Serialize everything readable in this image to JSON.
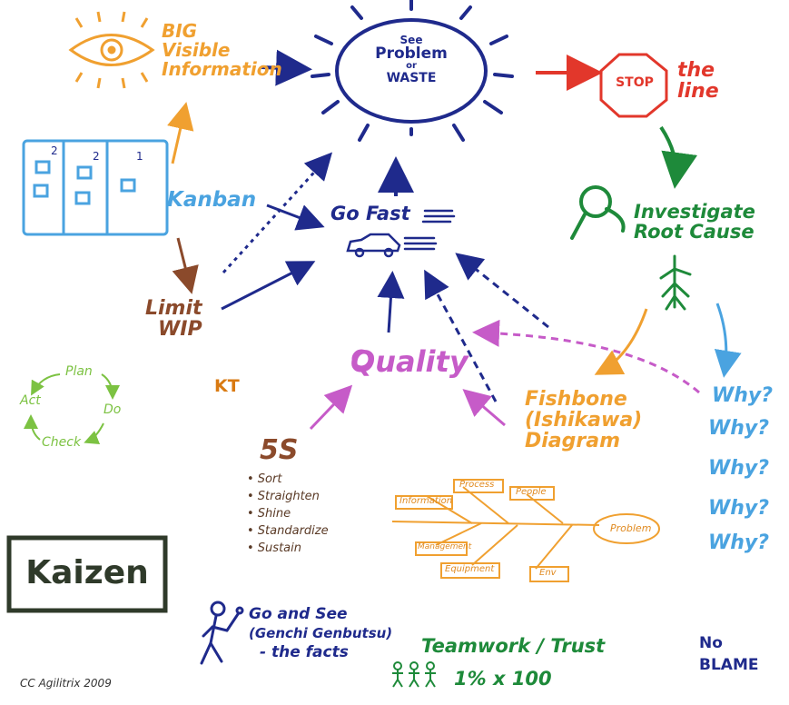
{
  "colors": {
    "orange": "#f0a030",
    "navy": "#1f2a8c",
    "red": "#e2372b",
    "green": "#1e8a3a",
    "blue": "#4aa3e0",
    "purple": "#c65bc8",
    "brown": "#8b4a2b",
    "lime": "#7cc242",
    "dark": "#2f3a2a"
  },
  "big_visible": [
    "BIG",
    "Visible",
    "Information"
  ],
  "problem": [
    "See",
    "Problem",
    "or",
    "WASTE"
  ],
  "stop": {
    "sign": "STOP",
    "line": [
      "the",
      "line"
    ]
  },
  "investigate": [
    "Investigate",
    "Root Cause"
  ],
  "kanban": {
    "label": "Kanban",
    "counts": [
      "2",
      "2",
      "1"
    ]
  },
  "go_fast": "Go Fast",
  "limit_wip": [
    "Limit",
    "WIP"
  ],
  "quality": "Quality",
  "kt": "KT",
  "pdca": {
    "plan": "Plan",
    "do": "Do",
    "check": "Check",
    "act": "Act"
  },
  "fishbone": {
    "title": [
      "Fishbone",
      "(Ishikawa)",
      "Diagram"
    ],
    "labels": [
      "Process",
      "People",
      "Information",
      "Problem",
      "Management",
      "Equipment",
      "Env"
    ]
  },
  "whys": [
    "Why?",
    "Why?",
    "Why?",
    "Why?",
    "Why?"
  ],
  "fives": {
    "title": "5S",
    "items": [
      "• Sort",
      "• Straighten",
      "• Shine",
      "• Standardize",
      "• Sustain"
    ]
  },
  "kaizen": "Kaizen",
  "go_and_see": [
    "Go and See",
    "(Genchi Genbutsu)",
    "- the facts"
  ],
  "teamwork": {
    "title": "Teamwork / Trust",
    "formula": "1% x 100"
  },
  "no_blame": [
    "No",
    "BLAME"
  ],
  "credit": "CC Agilitrix 2009"
}
